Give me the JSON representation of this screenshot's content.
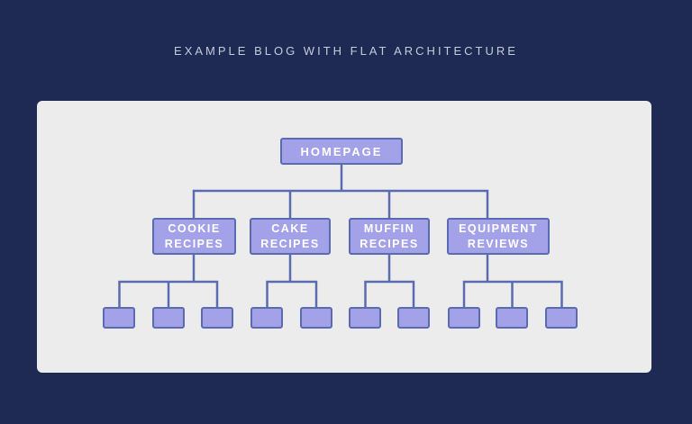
{
  "title": "EXAMPLE BLOG WITH FLAT ARCHITECTURE",
  "colors": {
    "background": "#1e2a54",
    "panel": "#ececec",
    "node_fill": "#a3a2e9",
    "node_border": "#5a6bb0",
    "connector": "#5a6bb0",
    "node_text": "#ffffff",
    "title_text": "#c5cbd9"
  },
  "diagram": {
    "type": "site-architecture-tree",
    "root": {
      "label": "HOMEPAGE"
    },
    "categories": [
      {
        "label": "COOKIE RECIPES",
        "children_count": 3
      },
      {
        "label": "CAKE RECIPES",
        "children_count": 2
      },
      {
        "label": "MUFFIN RECIPES",
        "children_count": 2
      },
      {
        "label": "EQUIPMENT REVIEWS",
        "children_count": 3
      }
    ],
    "leaf_pages_total": 10
  }
}
